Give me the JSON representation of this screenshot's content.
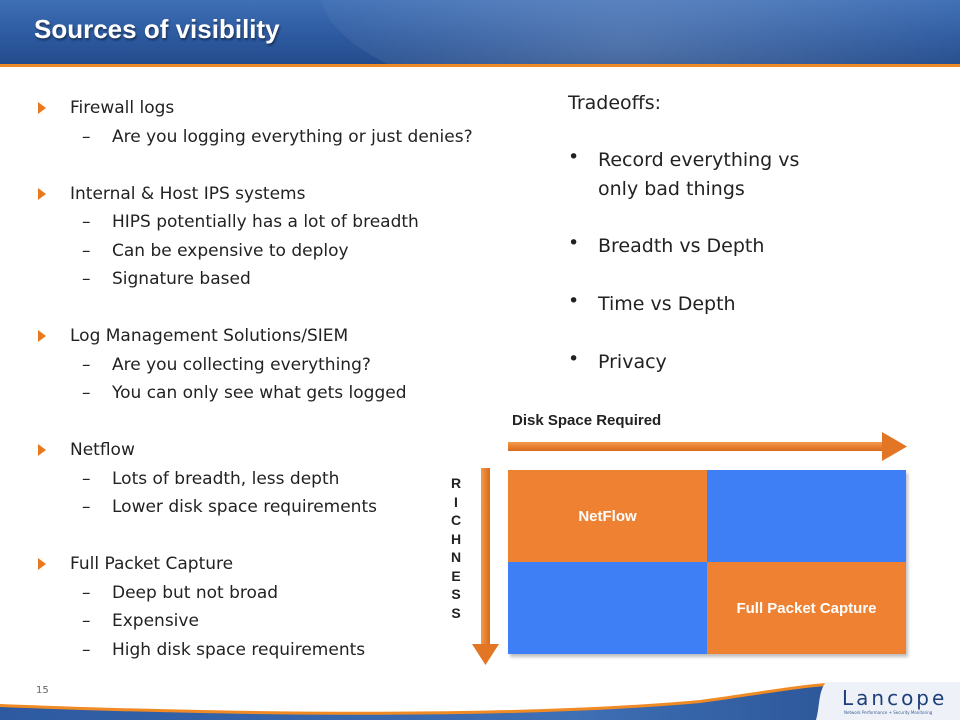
{
  "slide": {
    "title": "Sources of visibility",
    "page_number": "15"
  },
  "bullets": [
    {
      "label": "Firewall logs",
      "subs": [
        "Are you logging everything or just denies?"
      ]
    },
    {
      "label": "Internal & Host IPS systems",
      "subs": [
        "HIPS potentially has a lot of breadth",
        "Can be expensive to deploy",
        "Signature based"
      ]
    },
    {
      "label": "Log Management Solutions/SIEM",
      "subs": [
        "Are you collecting everything?",
        "You can only see what gets logged"
      ]
    },
    {
      "label": "Netflow",
      "subs": [
        "Lots of breadth, less depth",
        "Lower disk space requirements"
      ]
    },
    {
      "label": "Full Packet Capture",
      "subs": [
        "Deep but not broad",
        "Expensive",
        "High disk space requirements"
      ]
    }
  ],
  "tradeoffs": {
    "heading": "Tradeoffs:",
    "bullet_char": "•",
    "items": [
      "Record everything vs only bad things",
      "Breadth vs Depth",
      "Time vs Depth",
      "Privacy"
    ],
    "item_lines": [
      [
        "Record everything vs",
        "only bad things"
      ],
      [
        "Breadth vs Depth"
      ],
      [
        "Time vs Depth"
      ],
      [
        "Privacy"
      ]
    ]
  },
  "diagram": {
    "x_axis_label": "Disk Space Required",
    "y_axis_label": "RICHNESS",
    "cells": [
      {
        "label": "NetFlow",
        "color": "#ee8232"
      },
      {
        "label": "",
        "color": "#3f7ff5"
      },
      {
        "label": "",
        "color": "#3f7ff5"
      },
      {
        "label": "Full Packet Capture",
        "color": "#ee8232"
      }
    ],
    "arrow_color": "#e8791e"
  },
  "footer": {
    "logo_text": "Lancope",
    "logo_tagline": "Network Performance + Security Monitoring"
  },
  "colors": {
    "header_blue": "#2d5aa0",
    "accent_orange": "#f08a24"
  }
}
